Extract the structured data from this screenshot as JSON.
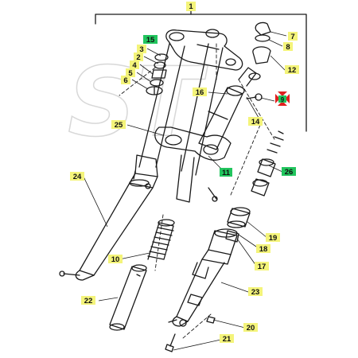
{
  "diagram": {
    "title_ref": "1",
    "watermark_text": "ST",
    "colors": {
      "line": "#1a1a1a",
      "label_yellow": "#f4f47a",
      "label_green": "#22c55e",
      "marker_red": "#e02020",
      "watermark": "#d8d8d8"
    },
    "labels": [
      {
        "id": "1",
        "text": "1",
        "style": "yellow"
      },
      {
        "id": "2",
        "text": "2",
        "style": "yellow"
      },
      {
        "id": "3",
        "text": "3",
        "style": "yellow"
      },
      {
        "id": "4",
        "text": "4",
        "style": "yellow"
      },
      {
        "id": "5",
        "text": "5",
        "style": "yellow"
      },
      {
        "id": "6",
        "text": "6",
        "style": "yellow"
      },
      {
        "id": "7",
        "text": "7",
        "style": "yellow"
      },
      {
        "id": "8",
        "text": "8",
        "style": "yellow"
      },
      {
        "id": "9",
        "text": "9",
        "style": "green"
      },
      {
        "id": "10",
        "text": "10",
        "style": "yellow"
      },
      {
        "id": "11",
        "text": "11",
        "style": "green"
      },
      {
        "id": "12",
        "text": "12",
        "style": "yellow"
      },
      {
        "id": "14",
        "text": "14",
        "style": "yellow"
      },
      {
        "id": "15",
        "text": "15",
        "style": "green"
      },
      {
        "id": "16",
        "text": "16",
        "style": "yellow"
      },
      {
        "id": "17",
        "text": "17",
        "style": "yellow"
      },
      {
        "id": "18",
        "text": "18",
        "style": "yellow"
      },
      {
        "id": "19",
        "text": "19",
        "style": "yellow"
      },
      {
        "id": "20",
        "text": "20",
        "style": "yellow"
      },
      {
        "id": "21",
        "text": "21",
        "style": "yellow"
      },
      {
        "id": "22",
        "text": "22",
        "style": "yellow"
      },
      {
        "id": "23",
        "text": "23",
        "style": "yellow"
      },
      {
        "id": "24",
        "text": "24",
        "style": "yellow"
      },
      {
        "id": "25",
        "text": "25",
        "style": "yellow"
      },
      {
        "id": "26",
        "text": "26",
        "style": "green"
      }
    ]
  }
}
